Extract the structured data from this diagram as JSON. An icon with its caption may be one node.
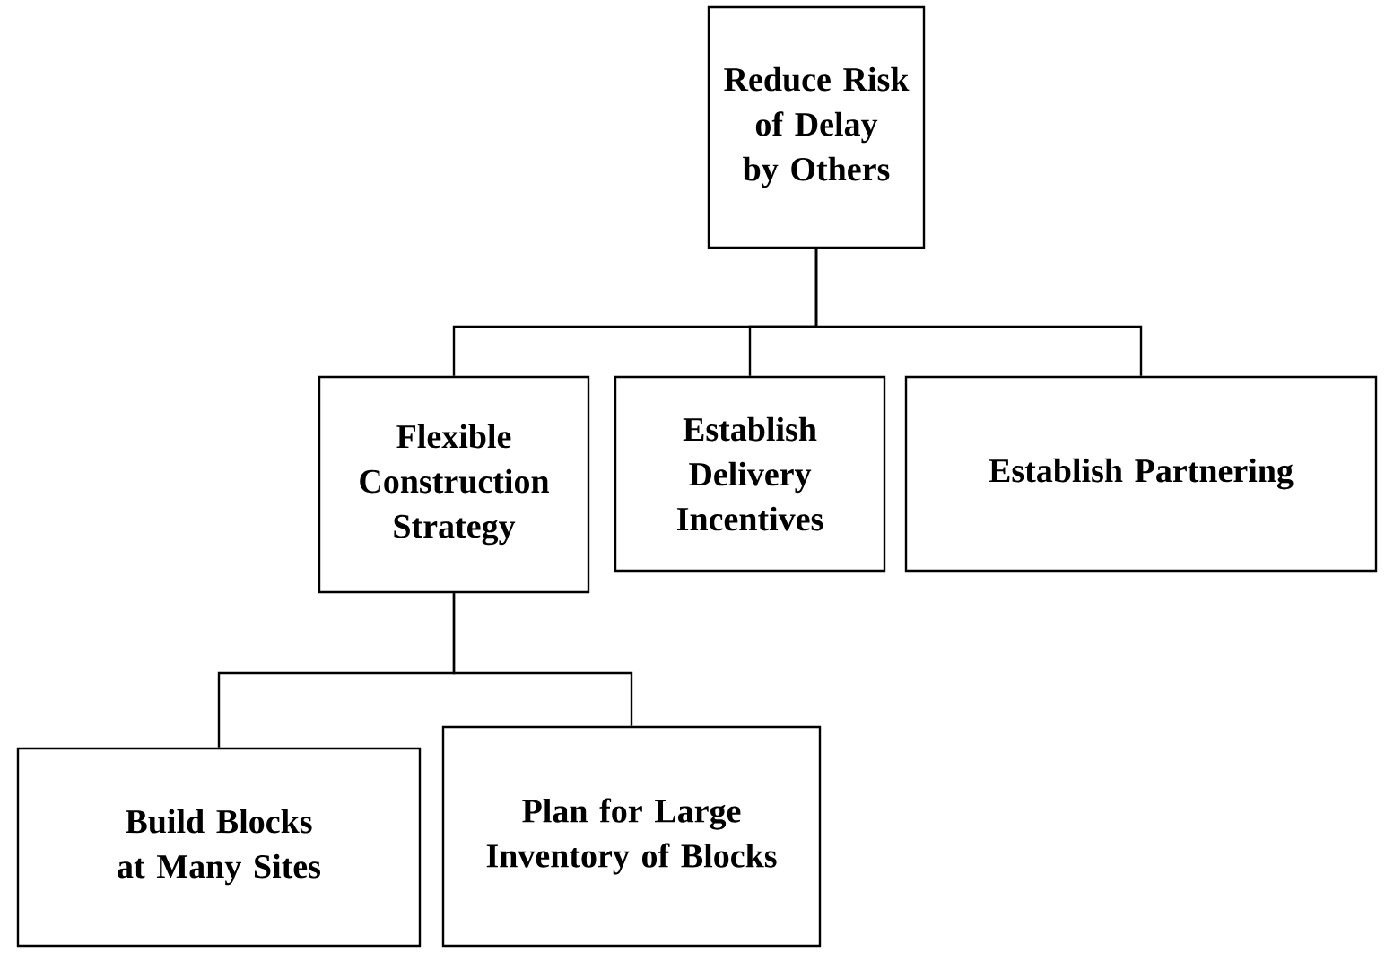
{
  "diagram": {
    "nodes": [
      {
        "text": [
          "Reduce Risk of Delay by Others"
        ]
      },
      {
        "text": [
          "Flexible Construction Strategy"
        ]
      },
      {
        "text": [
          "Establish Delivery Incentives"
        ]
      },
      {
        "text": [
          "Establish Partnering"
        ]
      },
      {
        "text": [
          "Build Blocks at Many Sites"
        ]
      },
      {
        "text": [
          "Plan for Large Inventory of Blocks"
        ]
      }
    ],
    "edges": [
      {
        "from": 0,
        "to": 1,
        "arrow": "none"
      },
      {
        "from": 0,
        "to": 2,
        "arrow": "none"
      },
      {
        "from": 0,
        "to": 3,
        "arrow": "none"
      },
      {
        "from": 1,
        "to": 4,
        "arrow": "none"
      },
      {
        "from": 1,
        "to": 5,
        "arrow": "none"
      }
    ]
  }
}
